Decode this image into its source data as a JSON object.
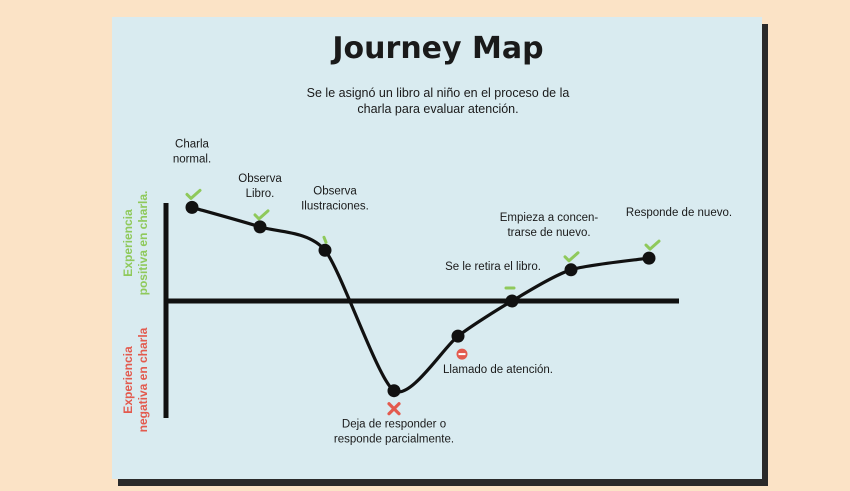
{
  "title": "Journey Map",
  "subtitle_lines": [
    "Se le asignó un libro al niño en el proceso de la",
    "charla para evaluar atención."
  ],
  "axis": {
    "positive_lines": [
      "Experiencia",
      "positiva en charla."
    ],
    "negative_lines": [
      "Experiencia",
      "negativa en charla"
    ]
  },
  "colors": {
    "positive": "#8fc95b",
    "negative": "#e35a4e",
    "paper": "#d9ebf0",
    "background": "#fbe3c6",
    "ink": "#111111"
  },
  "points": [
    {
      "id": "charla-normal",
      "label_lines": [
        "Charla",
        "normal."
      ],
      "marker": "check",
      "level": 2.4
    },
    {
      "id": "observa-libro",
      "label_lines": [
        "Observa",
        "Libro."
      ],
      "marker": "check",
      "level": 1.9
    },
    {
      "id": "observa-ilustraciones",
      "label_lines": [
        "Observa",
        "Ilustraciones."
      ],
      "marker": "tick",
      "level": 1.3
    },
    {
      "id": "deja-de-responder",
      "label_lines": [
        "Deja de responder o",
        "responde parcialmente."
      ],
      "marker": "cross",
      "level": -2.3
    },
    {
      "id": "llamado-de-atencion",
      "label_lines": [
        "Llamado de atención."
      ],
      "marker": "minus-circle",
      "level": -0.9
    },
    {
      "id": "se-retira-libro",
      "label_lines": [
        "Se le retira el libro."
      ],
      "marker": "dash",
      "level": 0
    },
    {
      "id": "empieza-concentrarse",
      "label_lines": [
        "Empieza a concen-",
        "trarse de nuevo."
      ],
      "marker": "check",
      "level": 0.8
    },
    {
      "id": "responde-de-nuevo",
      "label_lines": [
        "Responde de nuevo."
      ],
      "marker": "check",
      "level": 1.1
    }
  ]
}
